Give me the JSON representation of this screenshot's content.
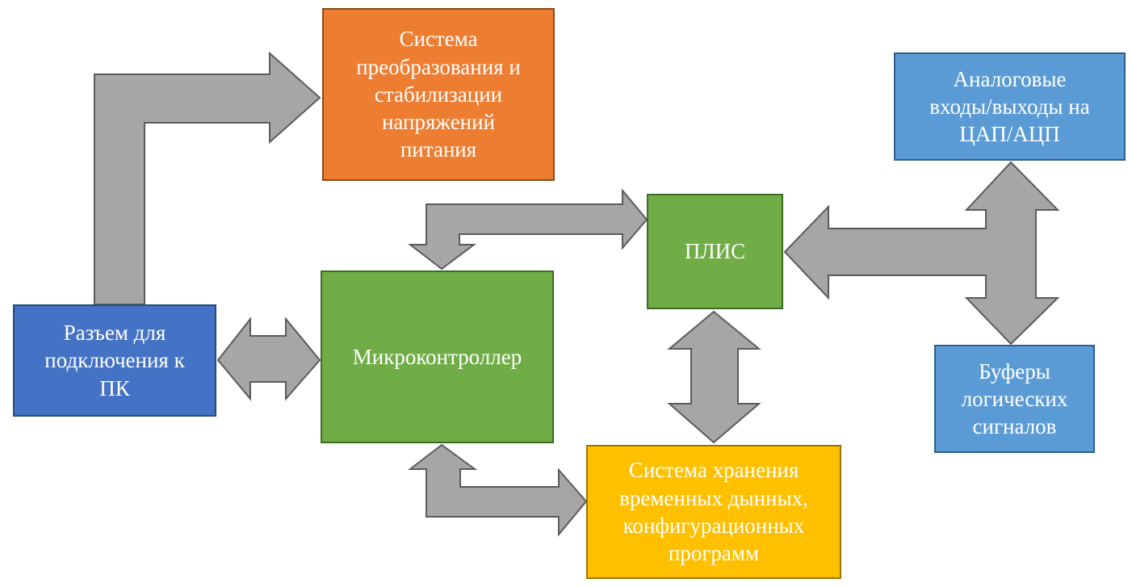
{
  "colors": {
    "orange_fill": "#ed7d31",
    "orange_border": "#8a4a1c",
    "blue_dark_fill": "#4472c4",
    "blue_dark_border": "#2a4a80",
    "green_fill": "#70ad47",
    "green_border": "#3d6b26",
    "yellow_fill": "#ffc000",
    "yellow_border": "#9a7400",
    "blue_light_fill": "#5b9bd5",
    "blue_light_border": "#2e5f8c",
    "arrow_fill": "#a6a6a6",
    "arrow_stroke": "#5b5b5b"
  },
  "blocks": {
    "power": {
      "lines": [
        "Система",
        "преобразования и",
        "стабилизации",
        "напряжений",
        "питания"
      ]
    },
    "pc": {
      "lines": [
        "Разъем для",
        "подключения к",
        "ПК"
      ]
    },
    "mcu": {
      "lines": [
        "Микроконтроллер"
      ]
    },
    "fpga": {
      "lines": [
        "ПЛИС"
      ]
    },
    "storage": {
      "lines": [
        "Система хранения",
        "временных дынных,",
        "конфигурационных",
        "программ"
      ]
    },
    "analog": {
      "lines": [
        "Аналоговые",
        "входы/выходы на",
        "ЦАП/АЦП"
      ]
    },
    "buffers": {
      "lines": [
        "Буферы",
        "логических",
        "сигналов"
      ]
    }
  },
  "connections": [
    {
      "from": "pc",
      "to": "power",
      "direction": "forward"
    },
    {
      "from": "pc",
      "to": "mcu",
      "direction": "both"
    },
    {
      "from": "mcu",
      "to": "fpga",
      "direction": "both"
    },
    {
      "from": "mcu",
      "to": "storage",
      "direction": "both"
    },
    {
      "from": "fpga",
      "to": "storage",
      "direction": "both"
    },
    {
      "from": "fpga",
      "to": "analog",
      "direction": "both"
    },
    {
      "from": "fpga",
      "to": "buffers",
      "direction": "both"
    }
  ]
}
